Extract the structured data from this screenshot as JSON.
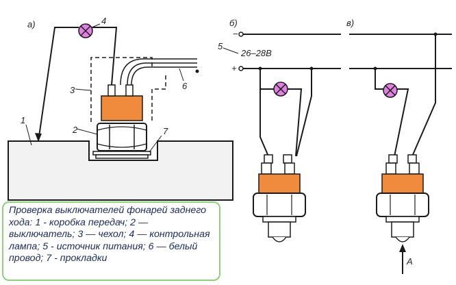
{
  "colors": {
    "line": "#1a1a1a",
    "switch_cover": "#f08a3c",
    "lamp": "#e080e0",
    "gearbox_fill": "#f2f2f2",
    "caption_border": "#8fd17a",
    "caption_text": "#1a2a5a"
  },
  "panel_labels": {
    "a": "а)",
    "b": "б)",
    "v": "в)"
  },
  "part_labels": {
    "p1": "1",
    "p2": "2",
    "p3": "3",
    "p4": "4",
    "p5": "5",
    "p6": "6",
    "p7": "7"
  },
  "power_source": {
    "minus": "−",
    "plus": "+",
    "voltage": "26–28В"
  },
  "arrow_label": "А",
  "caption": "Проверка выключателей фонарей заднего хода: 1 - коробка передач; 2 — выключатель; 3 — чехол; 4 — контрольная лампа; 5 - источник питания; 6 — белый провод; 7 - прокладки"
}
